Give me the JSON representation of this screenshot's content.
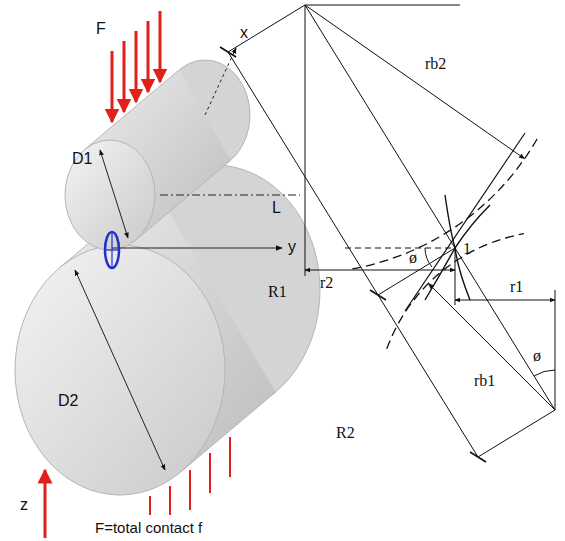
{
  "diagram": {
    "labels": [
      "F",
      "x",
      "D1",
      "L",
      "y",
      "D2",
      "z",
      "F=total contact f",
      "rb2",
      "ø",
      "1",
      "r2",
      "R1",
      "r1",
      "ø",
      "rb1",
      "R2"
    ]
  }
}
